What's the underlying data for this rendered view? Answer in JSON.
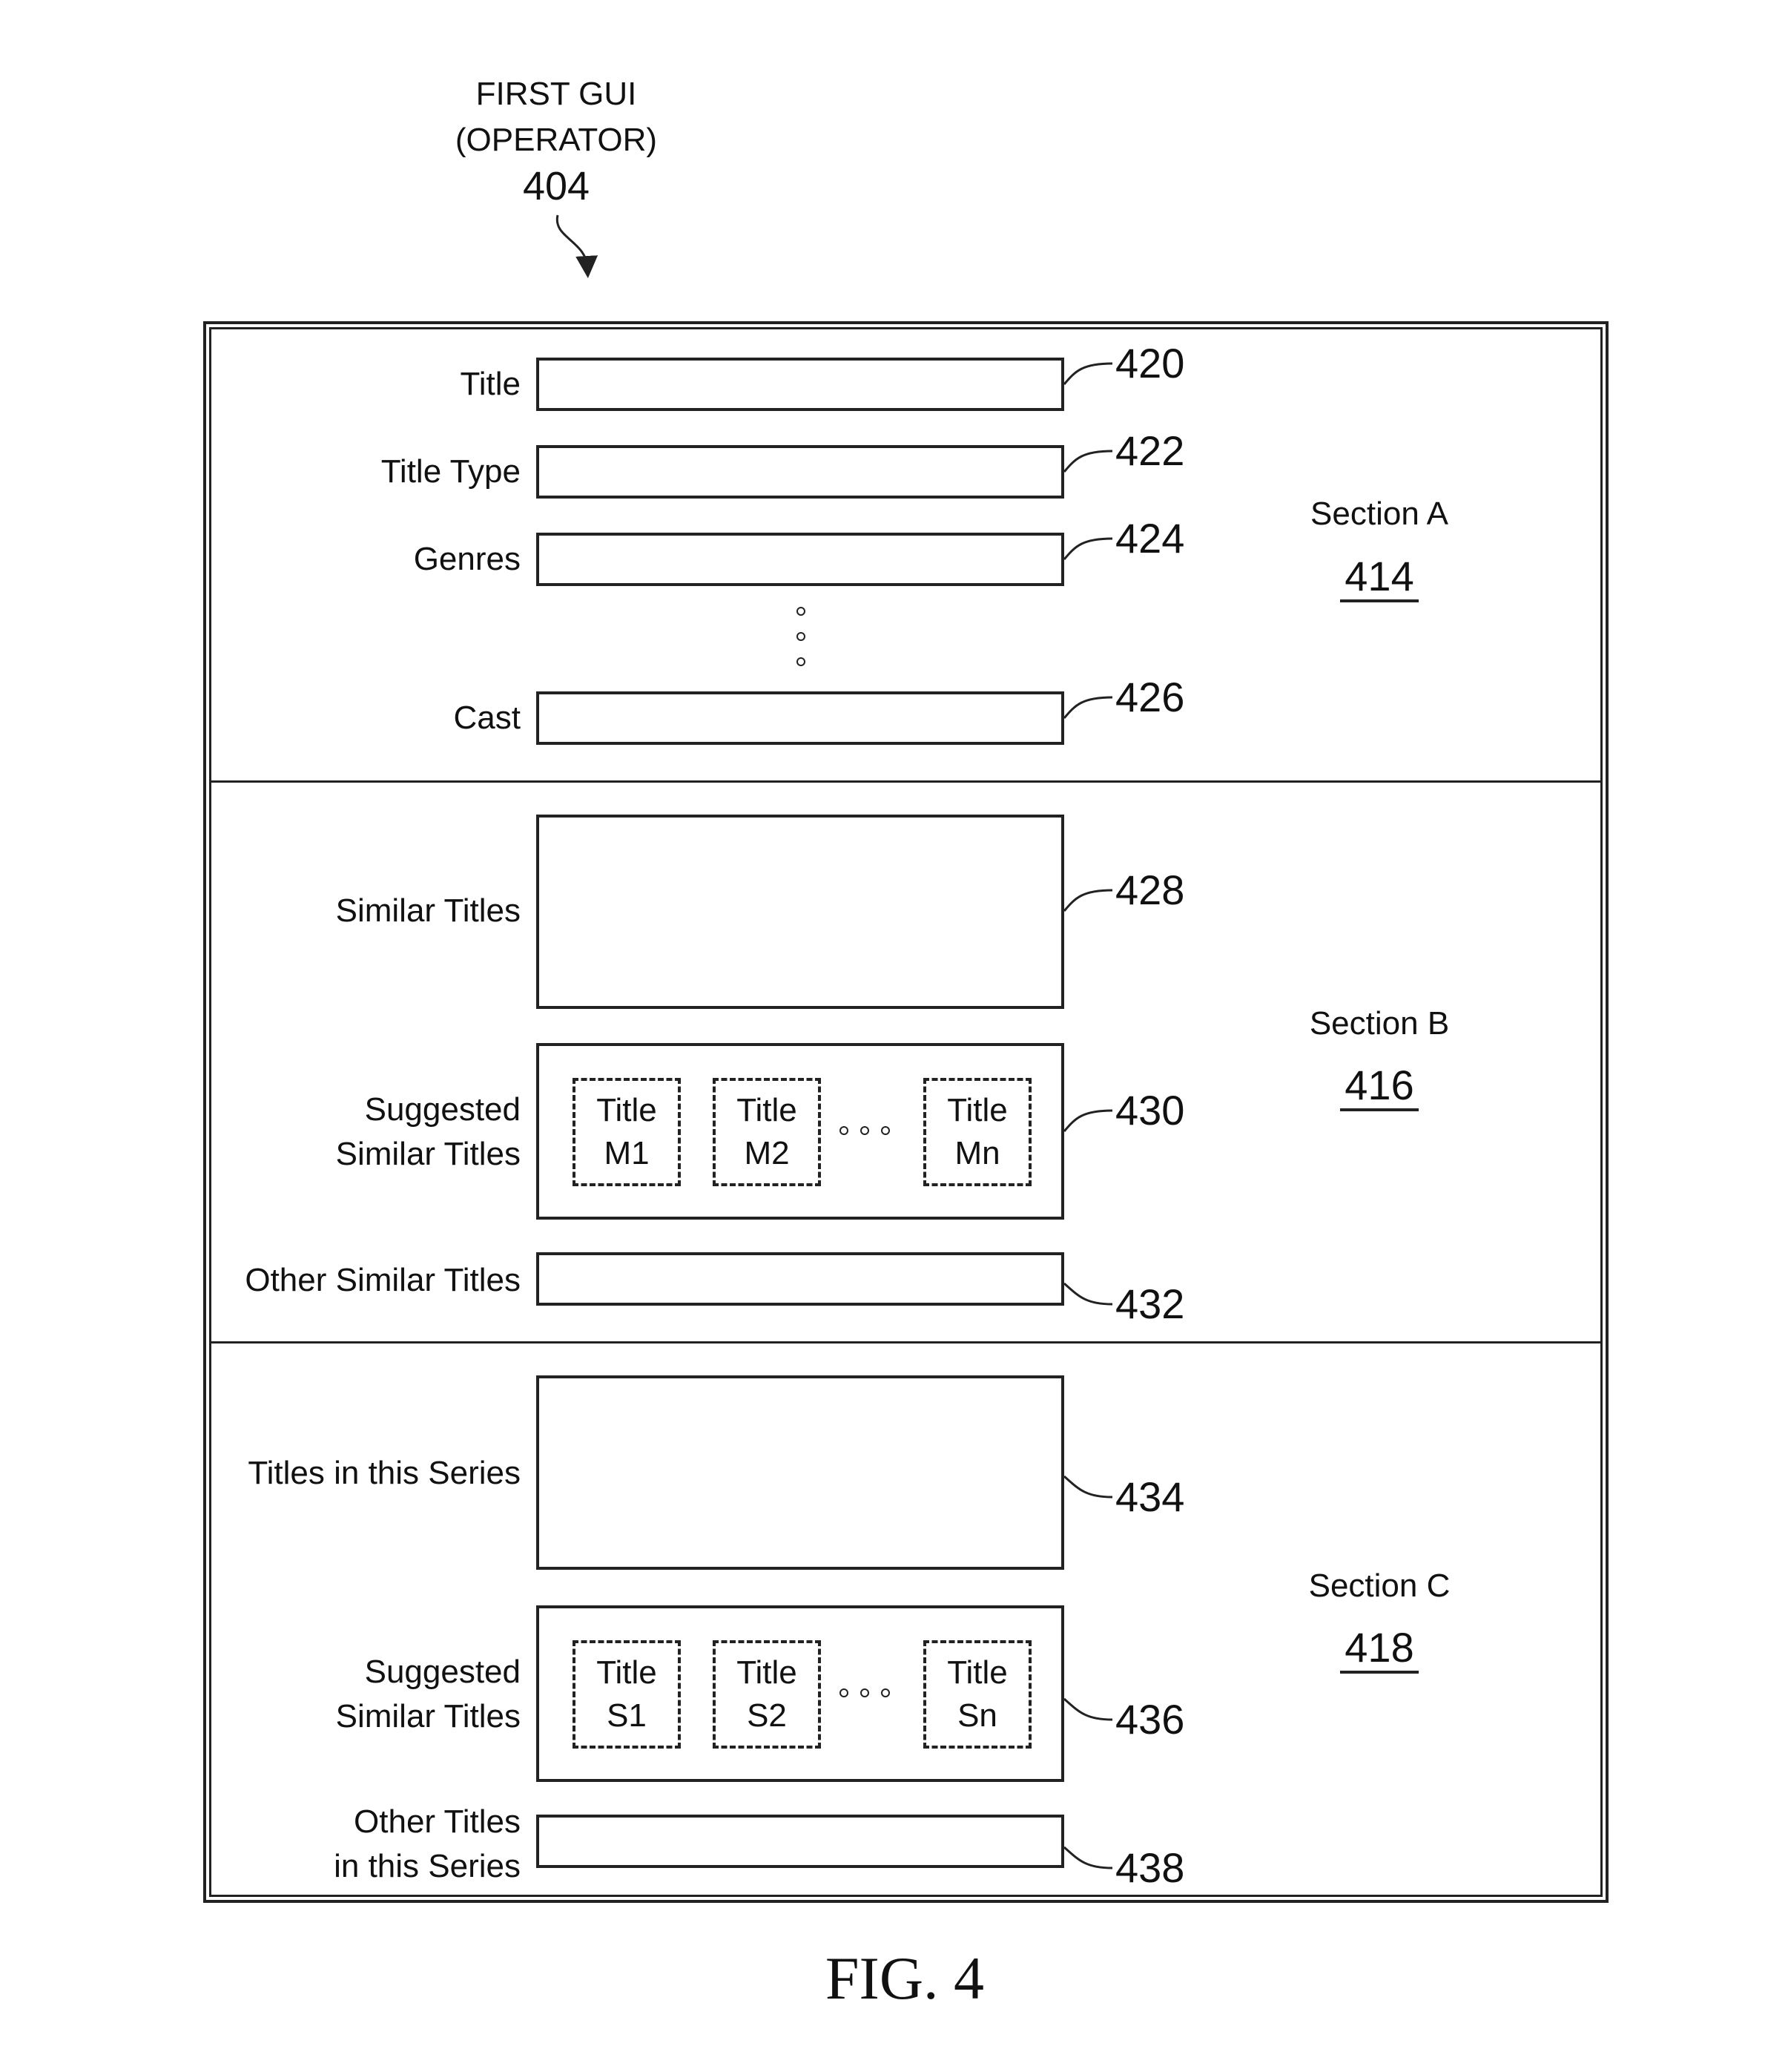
{
  "header": {
    "line1": "FIRST GUI",
    "line2": "(OPERATOR)",
    "number": "404"
  },
  "section_a": {
    "name": "Section A",
    "number": "414",
    "fields": [
      {
        "label": "Title",
        "ref": "420"
      },
      {
        "label": "Title Type",
        "ref": "422"
      },
      {
        "label": "Genres",
        "ref": "424"
      },
      {
        "label": "Cast",
        "ref": "426"
      }
    ]
  },
  "section_b": {
    "name": "Section B",
    "number": "416",
    "similar_titles": {
      "label": "Similar Titles",
      "ref": "428"
    },
    "suggested": {
      "label_line1": "Suggested",
      "label_line2": "Similar Titles",
      "ref": "430",
      "cards": [
        {
          "line1": "Title",
          "line2": "M1"
        },
        {
          "line1": "Title",
          "line2": "M2"
        },
        {
          "line1": "Title",
          "line2": "Mn"
        }
      ]
    },
    "other": {
      "label": "Other Similar Titles",
      "ref": "432"
    }
  },
  "section_c": {
    "name": "Section C",
    "number": "418",
    "series_titles": {
      "label": "Titles in this Series",
      "ref": "434"
    },
    "suggested": {
      "label_line1": "Suggested",
      "label_line2": "Similar Titles",
      "ref": "436",
      "cards": [
        {
          "line1": "Title",
          "line2": "S1"
        },
        {
          "line1": "Title",
          "line2": "S2"
        },
        {
          "line1": "Title",
          "line2": "Sn"
        }
      ]
    },
    "other": {
      "label_line1": "Other Titles",
      "label_line2": "in this Series",
      "ref": "438"
    }
  },
  "figure_caption": "FIG. 4"
}
